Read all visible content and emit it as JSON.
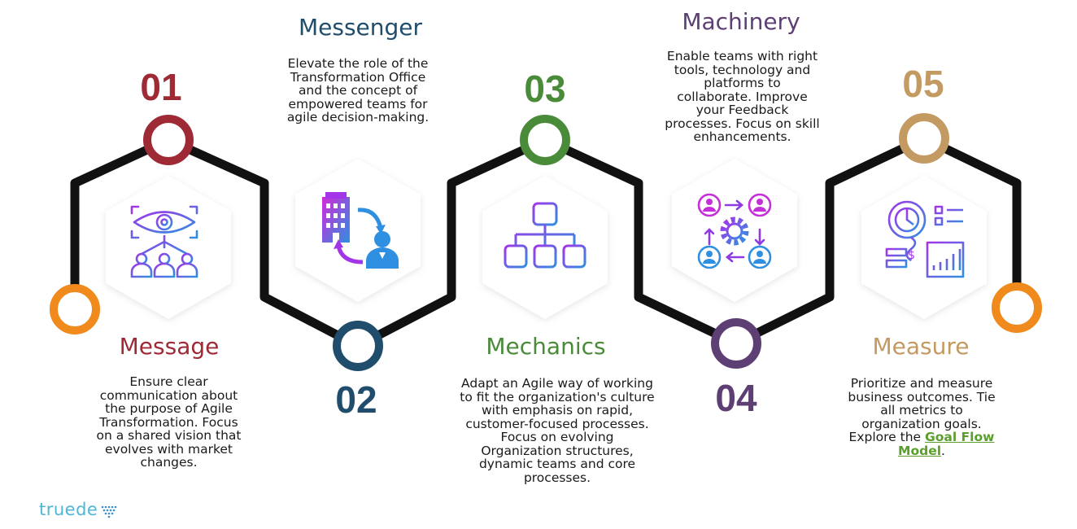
{
  "brand": {
    "logo_text": "truede"
  },
  "steps": [
    {
      "number": "01",
      "title": "Message",
      "color": "#9e2a36",
      "node_color": "#9e2a36",
      "start_node_color": "#f08a1d",
      "icon": "eye-team-icon",
      "lines": [
        "Ensure clear",
        "communication about",
        "the purpose of Agile",
        "Transformation. Focus",
        "on a shared vision that",
        "evolves with market",
        "changes."
      ]
    },
    {
      "number": "02",
      "title": "Messenger",
      "color": "#1f4d6b",
      "node_color": "#1f4d6b",
      "icon": "office-to-person-icon",
      "lines": [
        "Elevate the role of the",
        "Transformation Office",
        "and the concept of",
        "empowered teams for",
        "agile decision-making."
      ]
    },
    {
      "number": "03",
      "title": "Mechanics",
      "color": "#4a8b3a",
      "node_color": "#4a8b3a",
      "icon": "org-chart-icon",
      "lines": [
        "Adapt an Agile way of working",
        "to fit the organization's culture",
        "with emphasis on rapid,",
        "customer-focused processes.",
        "Focus on evolving",
        "Organization structures,",
        "dynamic teams and core",
        "processes."
      ]
    },
    {
      "number": "04",
      "title": "Machinery",
      "color": "#5e3f74",
      "node_color": "#5e3f74",
      "icon": "team-gear-icon",
      "lines": [
        "Enable teams with right",
        "tools, technology and",
        "platforms to",
        "collaborate. Improve",
        "your Feedback",
        "processes. Focus on skill",
        "enhancements."
      ]
    },
    {
      "number": "05",
      "title": "Measure",
      "color": "#c39a62",
      "node_color": "#c39a62",
      "end_node_color": "#f08a1d",
      "icon": "dashboard-metrics-icon",
      "lines": [
        "Prioritize and measure",
        "business outcomes. Tie",
        "all metrics to",
        "organization goals.",
        "Explore the "
      ],
      "link_text_1": "Goal Flow",
      "link_text_2": "Model",
      "after_link": "."
    }
  ]
}
